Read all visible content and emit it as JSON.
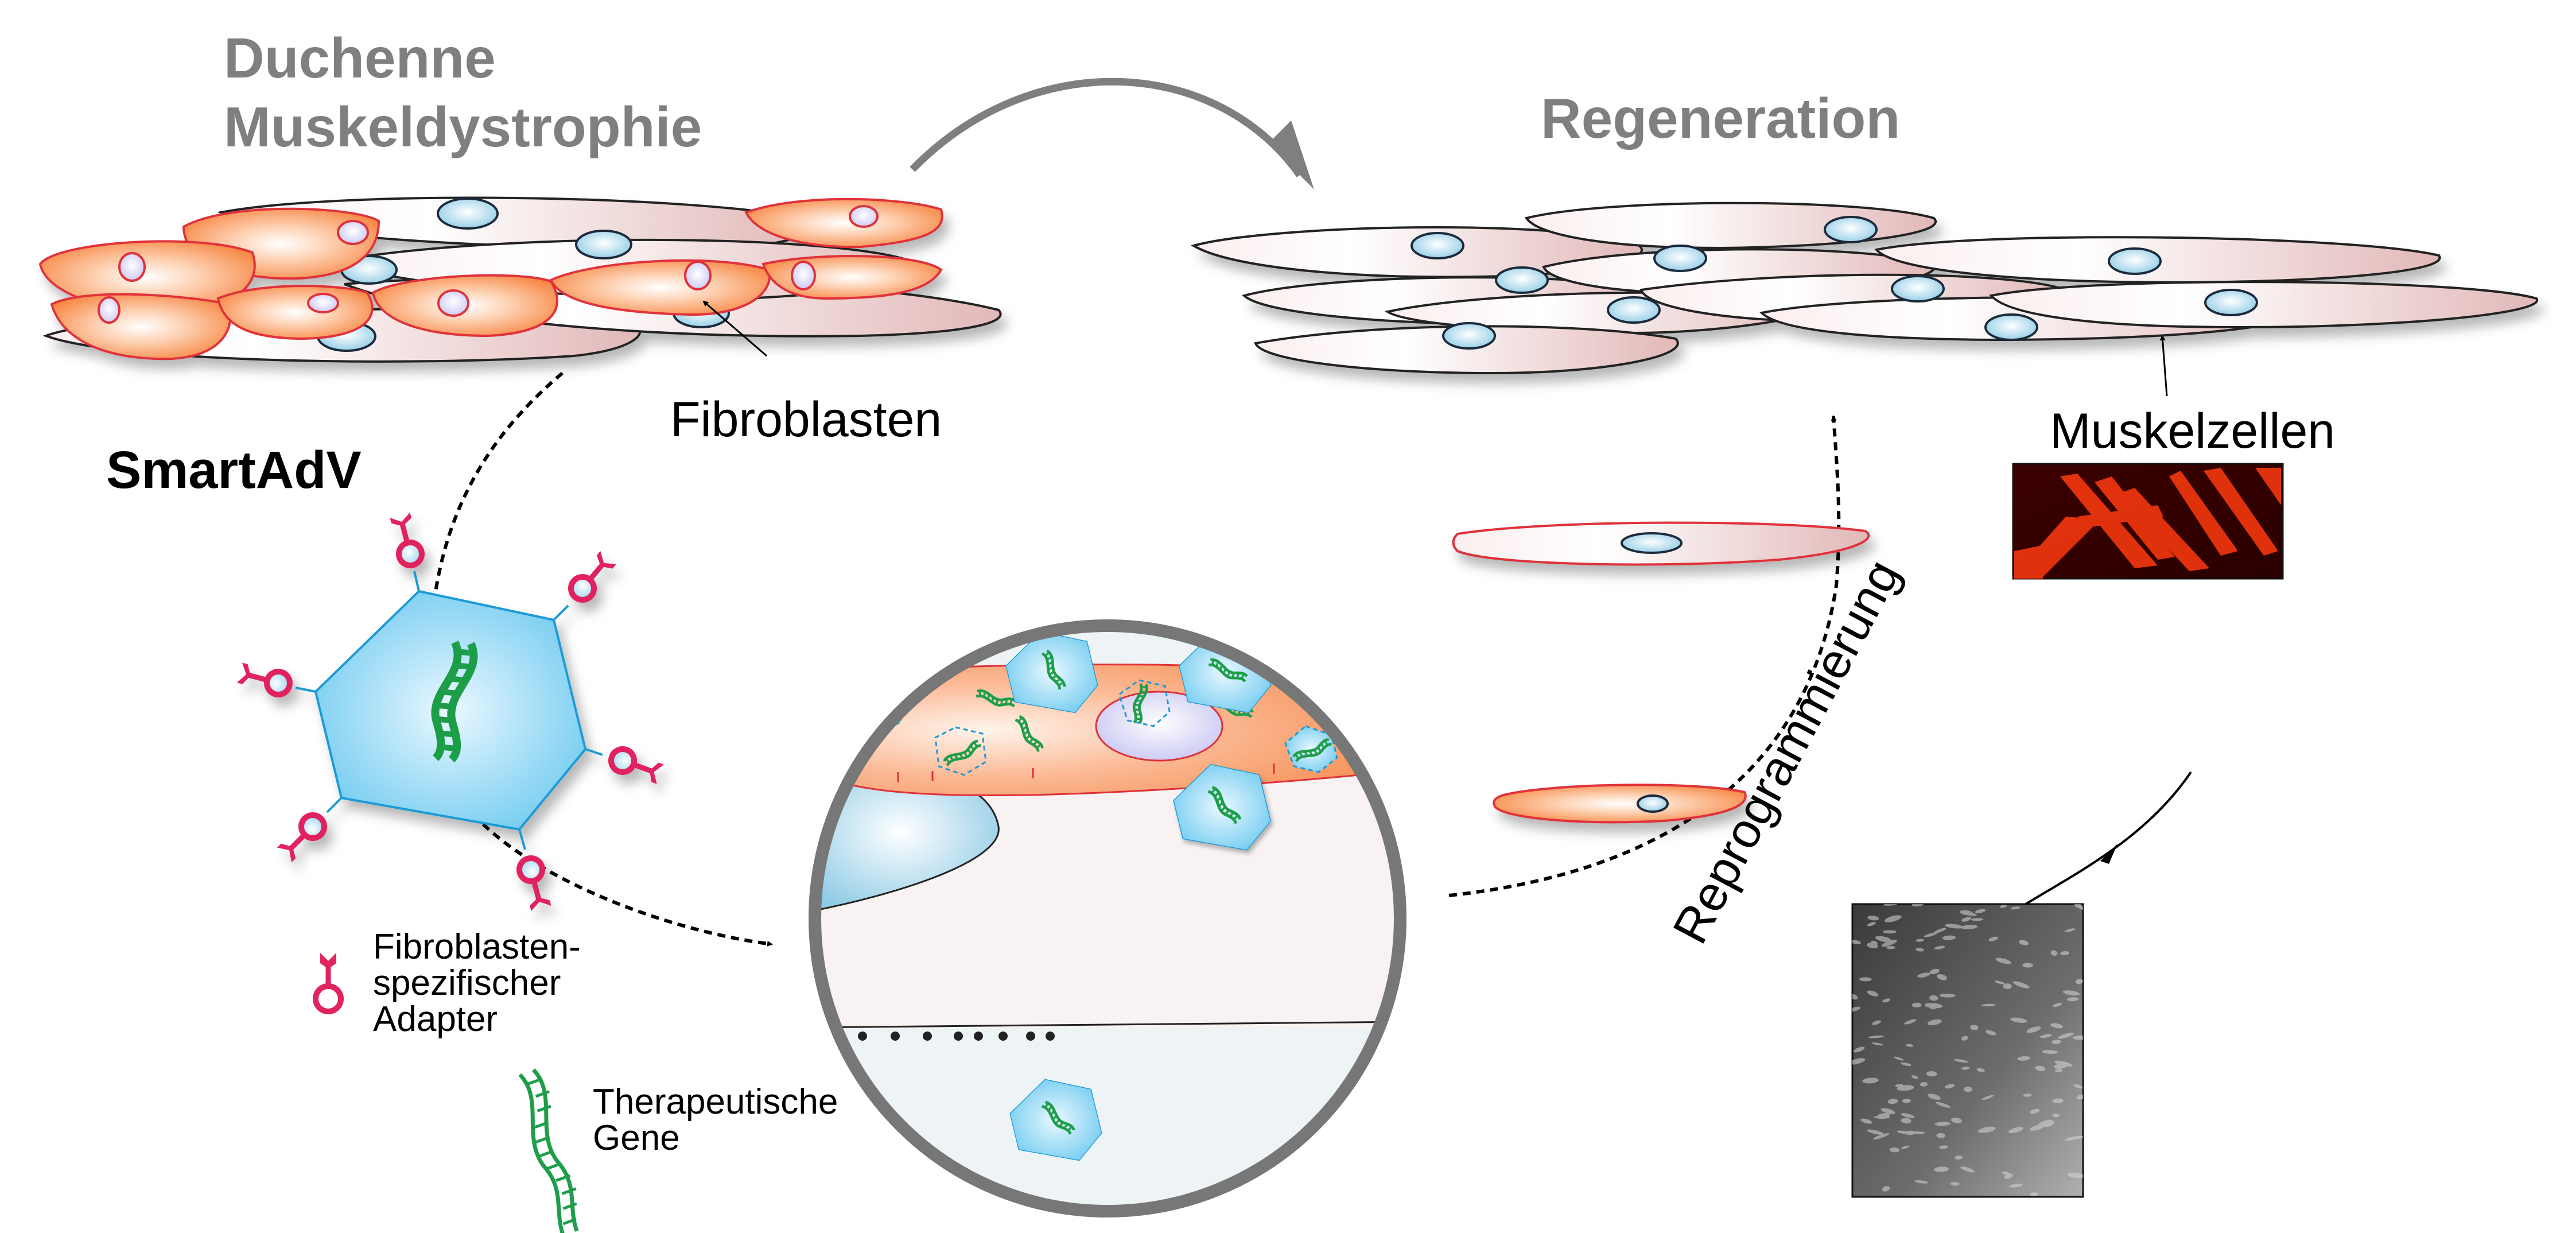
{
  "diagram": {
    "titles": {
      "disease_line1": "Duchenne",
      "disease_line2": "Muskeldystrophie",
      "regeneration": "Regeneration"
    },
    "labels": {
      "fibroblasts": "Fibroblasten",
      "muscle_cells": "Muskelzellen",
      "vector_name": "SmartAdV",
      "reprogramming": "Reprogrammierung"
    },
    "legend": [
      {
        "icon": "adapter-icon",
        "lines": [
          "Fibroblasten-",
          "spezifischer",
          "Adapter"
        ]
      },
      {
        "icon": "gene-icon",
        "lines": [
          "Therapeutische",
          "Gene"
        ]
      }
    ],
    "images": [
      {
        "name": "fluorescence-micrograph",
        "description": "red fluorescent muscle cells"
      },
      {
        "name": "phase-contrast-micrograph",
        "description": "grayscale fibroblast culture"
      }
    ],
    "colors": {
      "title_gray": "#7f7f7f",
      "fibroblast_orange": "#f88a4a",
      "muscle_pink": "#e8c4c4",
      "nucleus_blue": "#a8d8ee",
      "capsid_blue": "#7fd0f0",
      "adapter_red": "#e0245e",
      "gene_green": "#1f9e4a",
      "fluorescence_red": "#ff3010"
    }
  }
}
